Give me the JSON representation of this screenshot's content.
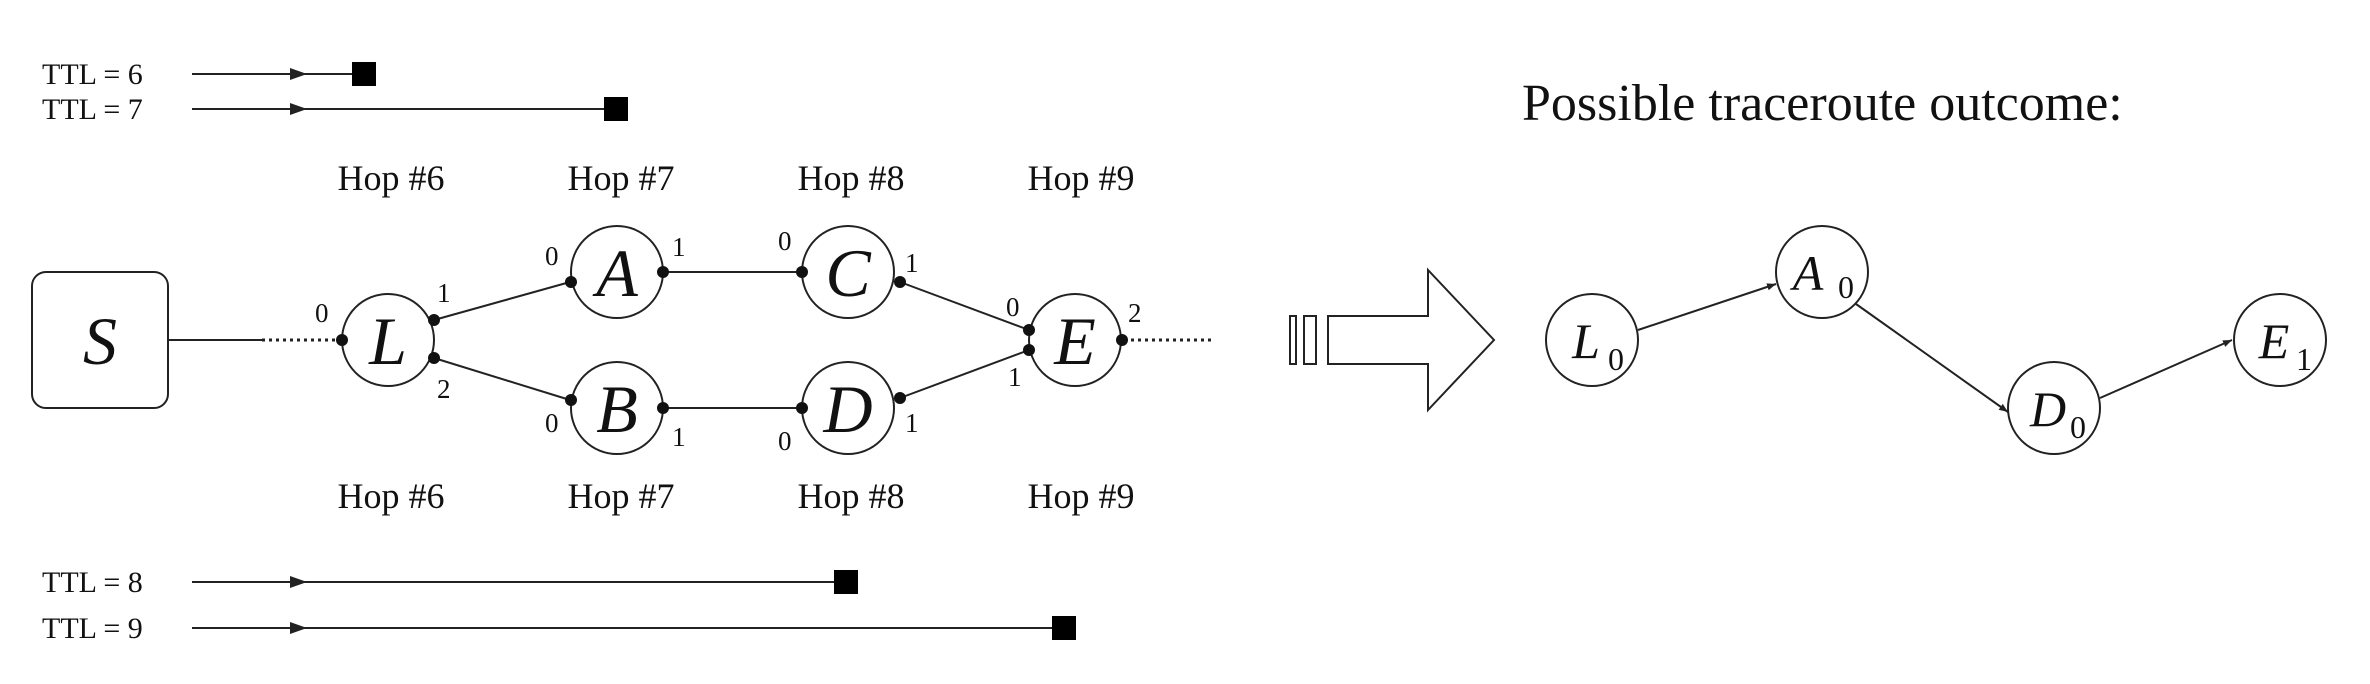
{
  "probes_top": [
    {
      "label": "TTL = 6"
    },
    {
      "label": "TTL = 7"
    }
  ],
  "probes_bottom": [
    {
      "label": "TTL = 8"
    },
    {
      "label": "TTL = 9"
    }
  ],
  "hops_top": [
    "Hop #6",
    "Hop #7",
    "Hop #8",
    "Hop #9"
  ],
  "hops_bottom": [
    "Hop #6",
    "Hop #7",
    "Hop #8",
    "Hop #9"
  ],
  "source": {
    "label": "S"
  },
  "nodes": {
    "L": {
      "label": "L",
      "ports": [
        "0",
        "1",
        "2"
      ]
    },
    "A": {
      "label": "A",
      "ports": [
        "0",
        "1"
      ]
    },
    "B": {
      "label": "B",
      "ports": [
        "0",
        "1"
      ]
    },
    "C": {
      "label": "C",
      "ports": [
        "0",
        "1"
      ]
    },
    "D": {
      "label": "D",
      "ports": [
        "0",
        "1"
      ]
    },
    "E": {
      "label": "E",
      "ports": [
        "0",
        "1",
        "2"
      ]
    }
  },
  "outcome": {
    "title": "Possible traceroute outcome:",
    "nodes": [
      {
        "label": "L",
        "sub": "0"
      },
      {
        "label": "A",
        "sub": "0"
      },
      {
        "label": "D",
        "sub": "0"
      },
      {
        "label": "E",
        "sub": "1"
      }
    ]
  }
}
